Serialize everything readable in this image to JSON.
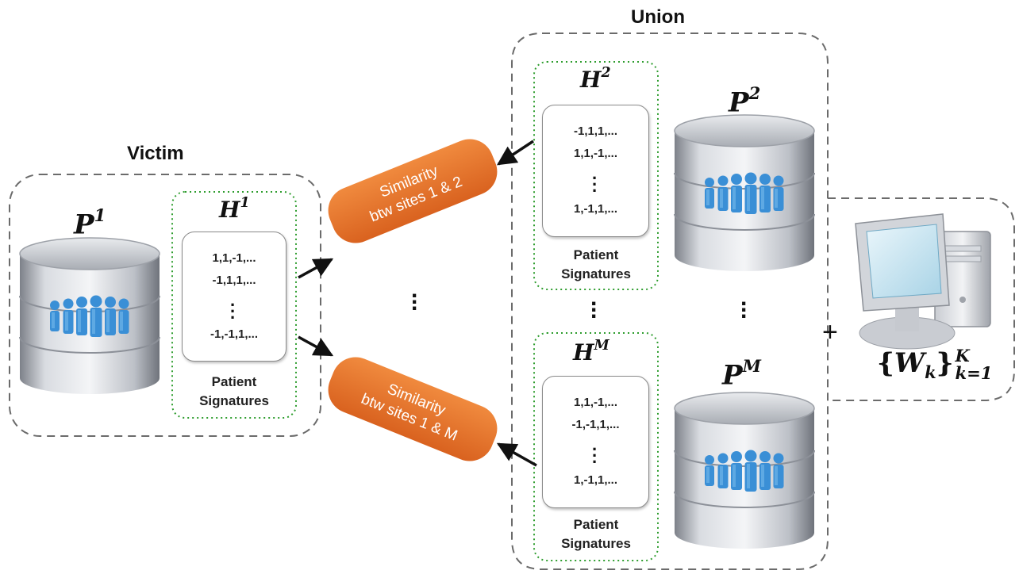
{
  "labels": {
    "victim": "Victim",
    "union": "Union",
    "plus": "+",
    "patient_signatures_line1": "Patient",
    "patient_signatures_line2": "Signatures"
  },
  "victim_site": {
    "db_base": "P",
    "db_sup": "1",
    "hash_base": "H",
    "hash_sup": "1",
    "signatures": [
      "1,1,-1,...",
      "-1,1,1,...",
      "-1,-1,1,..."
    ]
  },
  "union_sites": [
    {
      "db_base": "P",
      "db_sup": "2",
      "hash_base": "H",
      "hash_sup": "2",
      "signatures": [
        "-1,1,1,...",
        "1,1,-1,...",
        "1,-1,1,..."
      ]
    },
    {
      "db_base": "P",
      "db_sup": "M",
      "hash_base": "H",
      "hash_sup": "M",
      "signatures": [
        "1,1,-1,...",
        "-1,-1,1,...",
        "1,-1,1,..."
      ]
    }
  ],
  "similarity": [
    {
      "line1": "Similarity",
      "line2": "btw sites 1 & 2"
    },
    {
      "line1": "Similarity",
      "line2": "btw sites 1 & M"
    }
  ],
  "model": {
    "formula_open": "{",
    "formula_base": "W",
    "formula_sub": "k",
    "formula_close": "}",
    "formula_sup": "K",
    "formula_range": "k=1"
  },
  "colors": {
    "dashed_border": "#6b6b6b",
    "green_dotted": "#2e9d2e",
    "orange": "#e2712a",
    "db_metal": "#b8bcc4",
    "people_blue": "#3a8fd6"
  },
  "icons": [
    "database-icon",
    "people-icon",
    "computer-icon",
    "arrow-icon"
  ]
}
